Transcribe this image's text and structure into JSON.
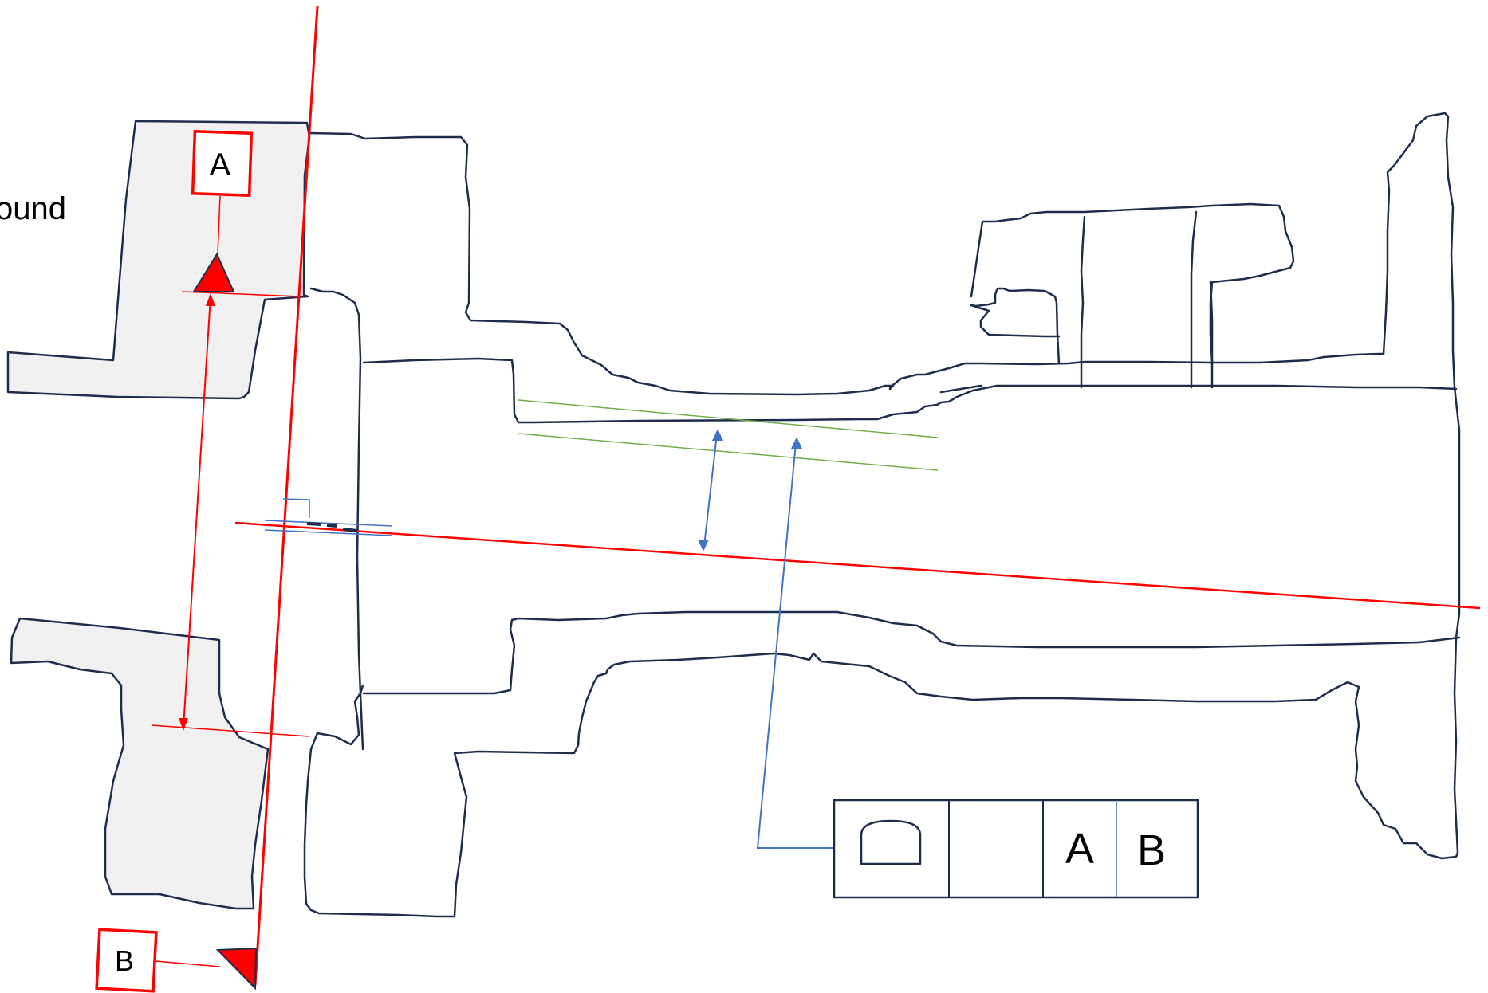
{
  "diagram": {
    "partial_label": "ound",
    "datum_a": {
      "letter": "A"
    },
    "datum_b": {
      "letter": "B"
    },
    "feature_control_frame": {
      "symbol": "profile-of-a-surface-icon",
      "tolerance": "",
      "datum_primary": "A",
      "datum_secondary": "B"
    }
  },
  "colors": {
    "outline": "#1f2d4d",
    "datum_red": "#ff0000",
    "leader_blue": "#4472c4",
    "tolerance_green": "#70ad47",
    "fixture_fill": "#f0f0f0"
  }
}
